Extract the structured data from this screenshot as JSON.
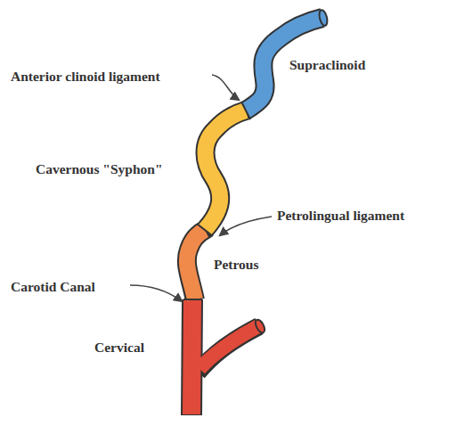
{
  "diagram": {
    "labels": [
      "Anterior clinoid ligament",
      "Supraclinoid",
      "Cavernous \"Syphon\"",
      "Petrolingual ligament",
      "Petrous",
      "Carotid Canal",
      "Cervical"
    ]
  }
}
